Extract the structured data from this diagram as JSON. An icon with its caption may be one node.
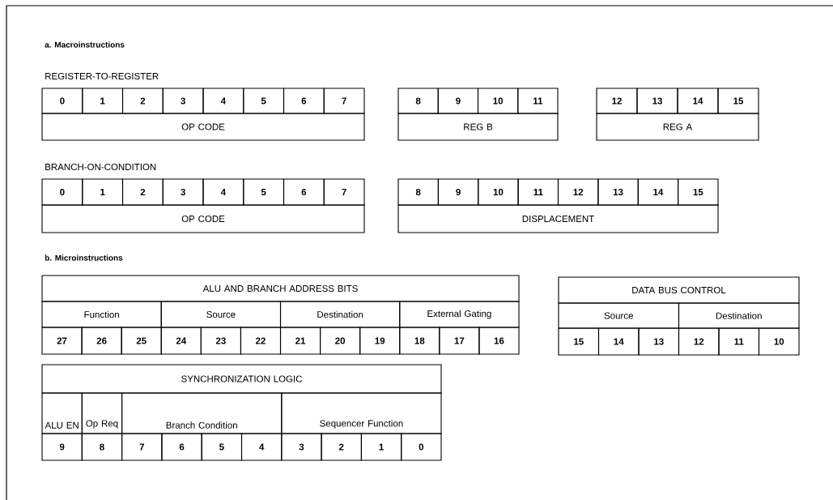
{
  "diagram": {
    "nodes": [
      {
        "text": [
          "0"
        ]
      },
      {
        "text": [
          "1"
        ]
      },
      {
        "text": [
          "2"
        ]
      },
      {
        "text": [
          "3"
        ]
      },
      {
        "text": [
          "4"
        ]
      },
      {
        "text": [
          "5"
        ]
      },
      {
        "text": [
          "6"
        ]
      },
      {
        "text": [
          "7"
        ]
      },
      {
        "text": [
          "OP CODE"
        ]
      },
      {
        "text": [
          "8"
        ]
      },
      {
        "text": [
          "9"
        ]
      },
      {
        "text": [
          "10"
        ]
      },
      {
        "text": [
          "11"
        ]
      },
      {
        "text": [
          "REG B"
        ]
      },
      {
        "text": [
          "12"
        ]
      },
      {
        "text": [
          "13"
        ]
      },
      {
        "text": [
          "14"
        ]
      },
      {
        "text": [
          "15"
        ]
      },
      {
        "text": [
          "REG A"
        ]
      },
      {
        "text": [
          "0"
        ]
      },
      {
        "text": [
          "1"
        ]
      },
      {
        "text": [
          "2"
        ]
      },
      {
        "text": [
          "3"
        ]
      },
      {
        "text": [
          "4"
        ]
      },
      {
        "text": [
          "5"
        ]
      },
      {
        "text": [
          "6"
        ]
      },
      {
        "text": [
          "7"
        ]
      },
      {
        "text": [
          "OP CODE"
        ]
      },
      {
        "text": [
          "8"
        ]
      },
      {
        "text": [
          "9"
        ]
      },
      {
        "text": [
          "10"
        ]
      },
      {
        "text": [
          "11"
        ]
      },
      {
        "text": [
          "12"
        ]
      },
      {
        "text": [
          "13"
        ]
      },
      {
        "text": [
          "14"
        ]
      },
      {
        "text": [
          "15"
        ]
      },
      {
        "text": [
          "DISPLACEMENT"
        ]
      },
      {
        "text": [
          "ALU AND BRANCH ADDRESS BITS"
        ]
      },
      {
        "text": [
          "Function"
        ]
      },
      {
        "text": [
          "Source"
        ]
      },
      {
        "text": [
          "Destination"
        ]
      },
      {
        "text": [
          "External Gating"
        ]
      },
      {
        "text": [
          "27"
        ]
      },
      {
        "text": [
          "26"
        ]
      },
      {
        "text": [
          "25"
        ]
      },
      {
        "text": [
          "24"
        ]
      },
      {
        "text": [
          "23"
        ]
      },
      {
        "text": [
          "22"
        ]
      },
      {
        "text": [
          "21"
        ]
      },
      {
        "text": [
          "20"
        ]
      },
      {
        "text": [
          "19"
        ]
      },
      {
        "text": [
          "18"
        ]
      },
      {
        "text": [
          "17"
        ]
      },
      {
        "text": [
          "16"
        ]
      },
      {
        "text": [
          "DATA BUS CONTROL"
        ]
      },
      {
        "text": [
          "Source"
        ]
      },
      {
        "text": [
          "Destination"
        ]
      },
      {
        "text": [
          "15"
        ]
      },
      {
        "text": [
          "14"
        ]
      },
      {
        "text": [
          "13"
        ]
      },
      {
        "text": [
          "12"
        ]
      },
      {
        "text": [
          "11"
        ]
      },
      {
        "text": [
          "10"
        ]
      },
      {
        "text": [
          "SYNCHRONIZATION LOGIC"
        ]
      },
      {
        "text": [
          "ALU EN"
        ]
      },
      {
        "text": [
          "Op Req"
        ]
      },
      {
        "text": [
          "Branch Condition"
        ]
      },
      {
        "text": [
          "Sequencer Function"
        ]
      },
      {
        "text": [
          "9"
        ]
      },
      {
        "text": [
          "8"
        ]
      },
      {
        "text": [
          "7"
        ]
      },
      {
        "text": [
          "6"
        ]
      },
      {
        "text": [
          "5"
        ]
      },
      {
        "text": [
          "4"
        ]
      },
      {
        "text": [
          "3"
        ]
      },
      {
        "text": [
          "2"
        ]
      },
      {
        "text": [
          "1"
        ]
      },
      {
        "text": [
          "0"
        ]
      }
    ],
    "labels": [
      "a. Macroinstructions",
      "REGISTER-TO-REGISTER",
      "BRANCH-ON-CONDITION",
      "b. Microinstructions"
    ]
  }
}
